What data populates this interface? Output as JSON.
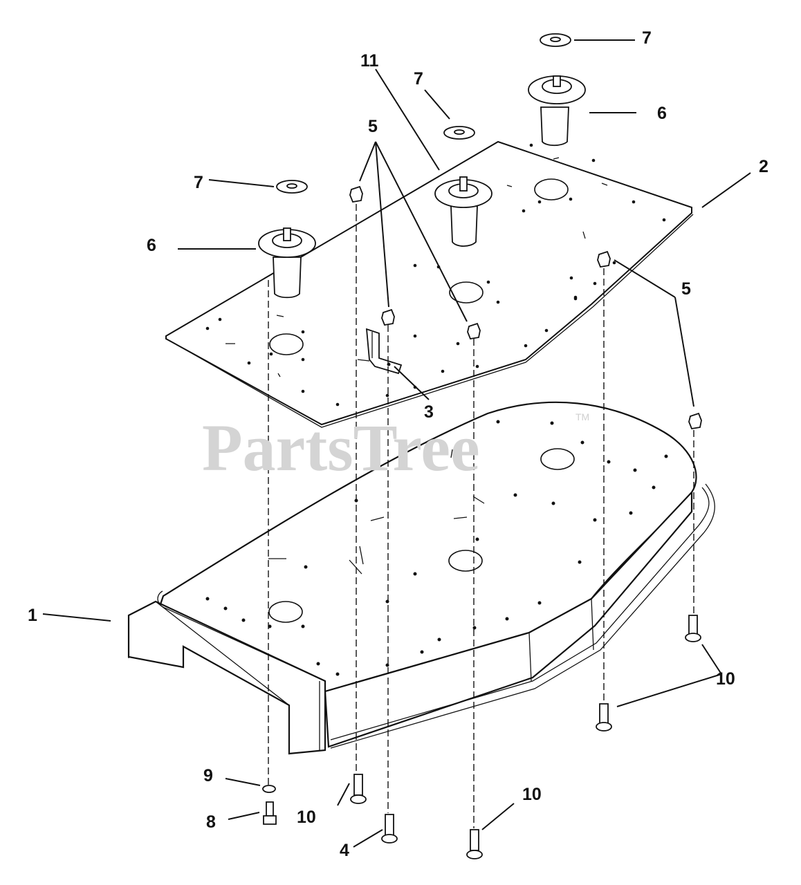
{
  "watermark": {
    "text": "PartsTree",
    "trademark": "TM"
  },
  "callouts": {
    "c1": "1",
    "c2": "2",
    "c3": "3",
    "c4": "4",
    "c5a": "5",
    "c5b": "5",
    "c6a": "6",
    "c6b": "6",
    "c7a": "7",
    "c7b": "7",
    "c7c": "7",
    "c8": "8",
    "c9": "9",
    "c10a": "10",
    "c10b": "10",
    "c10c": "10",
    "c11": "11"
  }
}
